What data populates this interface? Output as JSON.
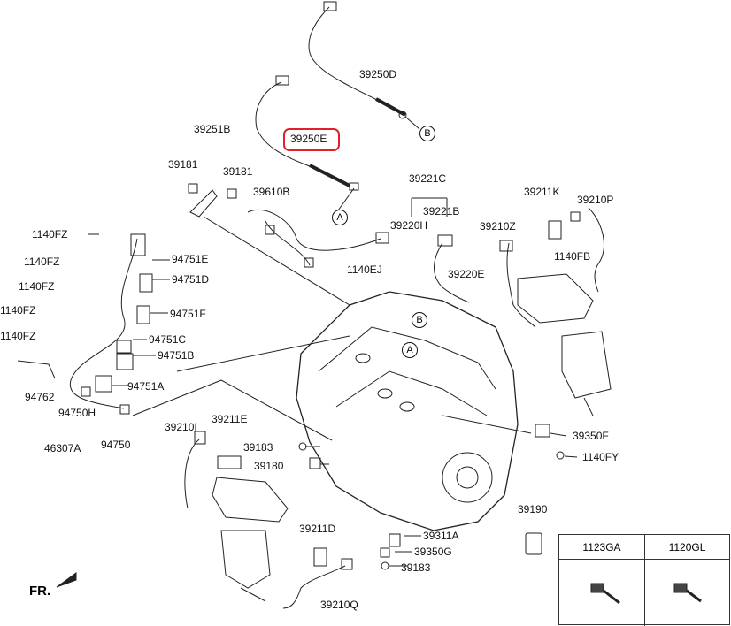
{
  "labels": {
    "p39250D": "39250D",
    "p39250E": "39250E",
    "p39251B": "39251B",
    "p39181a": "39181",
    "p39181b": "39181",
    "p39610B": "39610B",
    "p39221C": "39221C",
    "p39221B": "39221B",
    "p39220H": "39220H",
    "p39211K": "39211K",
    "p39210P": "39210P",
    "p39210Z": "39210Z",
    "p1140FB": "1140FB",
    "p1140EJ": "1140EJ",
    "p39220E": "39220E",
    "p1140FZ_1": "1140FZ",
    "p1140FZ_2": "1140FZ",
    "p1140FZ_3": "1140FZ",
    "p1140FZ_4": "1140FZ",
    "p1140FZ_5": "1140FZ",
    "p94751E": "94751E",
    "p94751D": "94751D",
    "p94751F": "94751F",
    "p94751C": "94751C",
    "p94751B": "94751B",
    "p94751A": "94751A",
    "p94762": "94762",
    "p94750H": "94750H",
    "p94750": "94750",
    "p46307A": "46307A",
    "p39210I": "39210I",
    "p39211E": "39211E",
    "p39183a": "39183",
    "p39180": "39180",
    "p39350F": "39350F",
    "p1140FY": "1140FY",
    "p39190": "39190",
    "p39211D": "39211D",
    "p39311A": "39311A",
    "p39350G": "39350G",
    "p39183b": "39183",
    "p39210Q": "39210Q"
  },
  "refs": {
    "a1": "A",
    "b1": "B",
    "a2": "A",
    "b2": "B"
  },
  "direction": "FR.",
  "table": {
    "col1": "1123GA",
    "col2": "1120GL"
  },
  "highlight_color": "#e0202a"
}
